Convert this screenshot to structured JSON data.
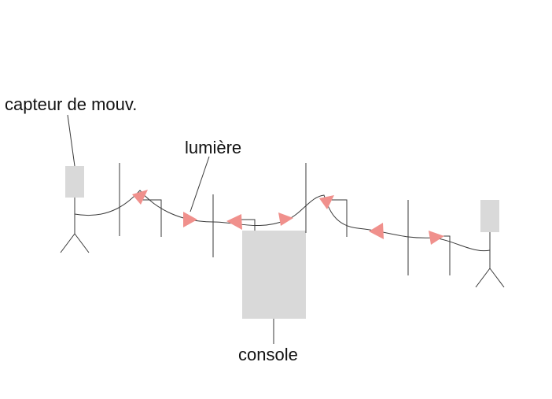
{
  "labels": {
    "sensor": "capteur de mouv.",
    "light": "lumière",
    "console": "console"
  },
  "colors": {
    "line": "#3a3a3a",
    "box": "#d9d9d9",
    "light": "#f0908c",
    "text": "#111111"
  },
  "icons": [
    "stick-figure-icon",
    "motion-sensor-box",
    "console-box",
    "light-triangle-icon"
  ]
}
